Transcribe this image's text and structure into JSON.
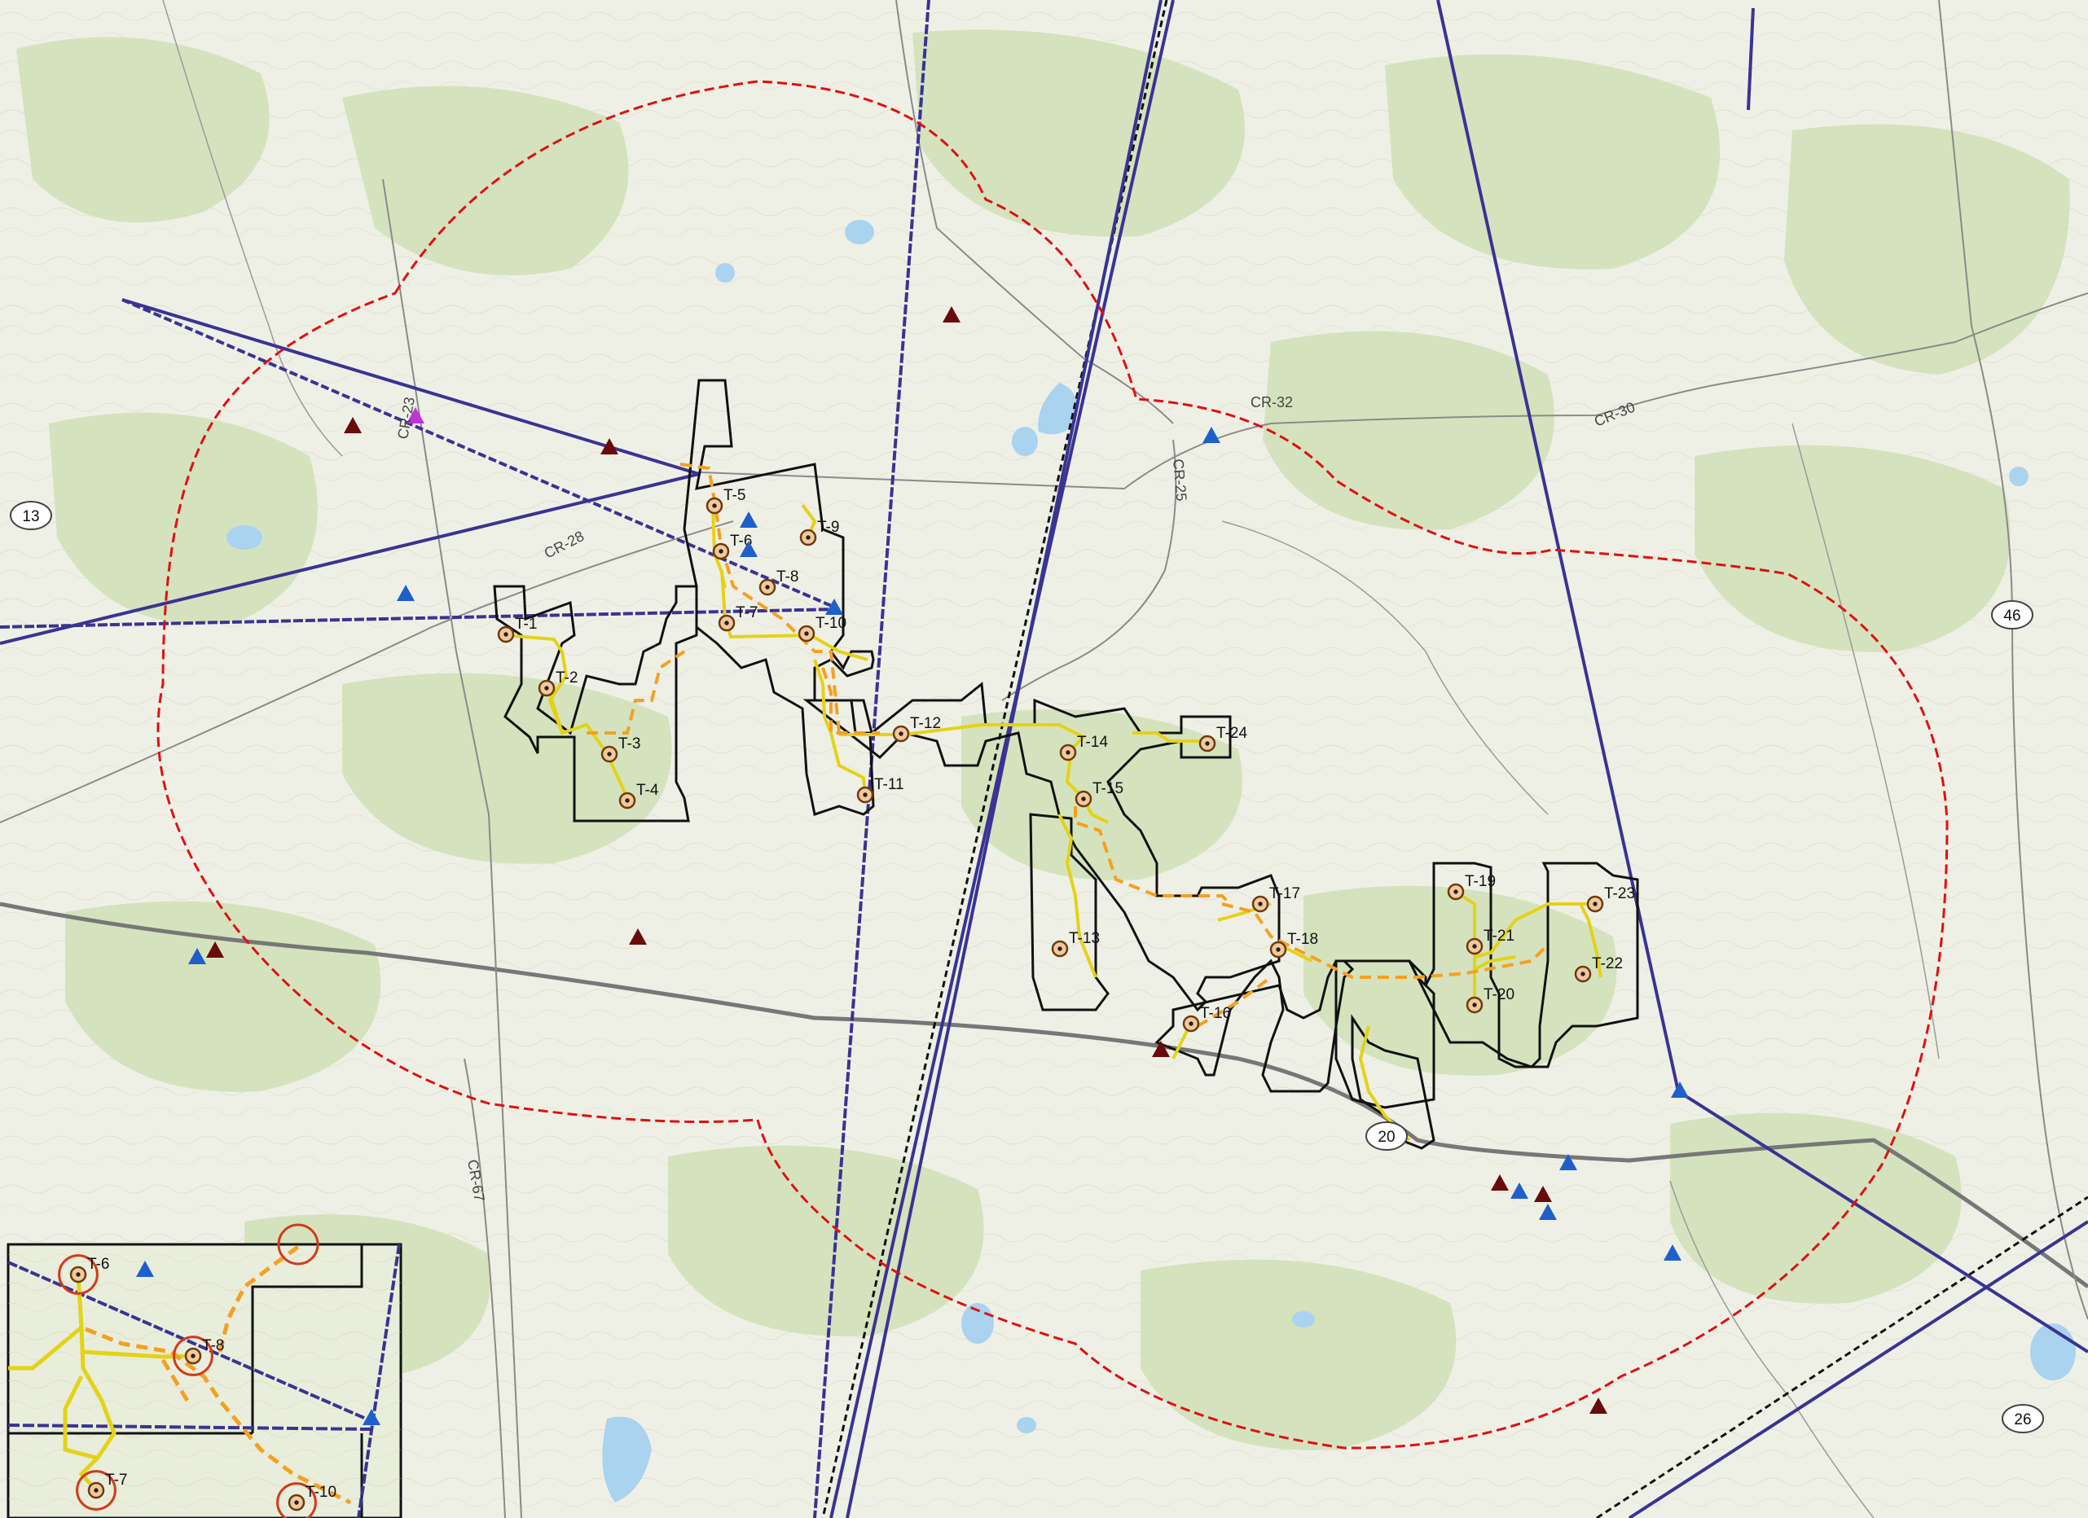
{
  "colors": {
    "base": "#eef0e6",
    "forest": "#cfe0b6",
    "water": "#a9d3ee",
    "buffer": "#e01010",
    "transmission": "#3a3394",
    "parcel": "#111111",
    "access_road": "#e4d216",
    "collection": "#f5a020",
    "turbine_ring": "#d23a1a",
    "turbine_fill": "#f3c89a",
    "highway": "#777777",
    "minor_road": "#8a8a8a",
    "railroad": "#111111",
    "triangle_blue": "#1f5fcc",
    "triangle_red": "#6a0a0a",
    "triangle_purple": "#c033d6"
  },
  "turbines": [
    {
      "id": "T-1",
      "label": "T-1"
    },
    {
      "id": "T-2",
      "label": "T-2"
    },
    {
      "id": "T-3",
      "label": "T-3"
    },
    {
      "id": "T-4",
      "label": "T-4"
    },
    {
      "id": "T-5",
      "label": "T-5"
    },
    {
      "id": "T-6",
      "label": "T-6"
    },
    {
      "id": "T-7",
      "label": "T-7"
    },
    {
      "id": "T-8",
      "label": "T-8"
    },
    {
      "id": "T-9",
      "label": "T-9"
    },
    {
      "id": "T-10",
      "label": "T-10"
    },
    {
      "id": "T-11",
      "label": "T-11"
    },
    {
      "id": "T-12",
      "label": "T-12"
    },
    {
      "id": "T-13",
      "label": "T-13"
    },
    {
      "id": "T-14",
      "label": "T-14"
    },
    {
      "id": "T-15",
      "label": "T-15"
    },
    {
      "id": "T-16",
      "label": "T-16"
    },
    {
      "id": "T-17",
      "label": "T-17"
    },
    {
      "id": "T-18",
      "label": "T-18"
    },
    {
      "id": "T-19",
      "label": "T-19"
    },
    {
      "id": "T-20",
      "label": "T-20"
    },
    {
      "id": "T-21",
      "label": "T-21"
    },
    {
      "id": "T-22",
      "label": "T-22"
    },
    {
      "id": "T-23",
      "label": "T-23"
    },
    {
      "id": "T-24",
      "label": "T-24"
    }
  ],
  "road_labels": {
    "cr23": "CR-23",
    "cr28": "CR-28",
    "cr32": "CR-32",
    "cr25": "CR-25",
    "cr30": "CR-30",
    "cr67": "CR-67"
  },
  "route_shields": {
    "r13": "13",
    "r46": "46",
    "r20": "20",
    "r26": "26"
  },
  "inset": {
    "turbines": [
      {
        "id": "T-6",
        "label": "T-6"
      },
      {
        "id": "T-8",
        "label": "T-8"
      },
      {
        "id": "T-7",
        "label": "T-7"
      },
      {
        "id": "T-10",
        "label": "T-10"
      }
    ]
  }
}
